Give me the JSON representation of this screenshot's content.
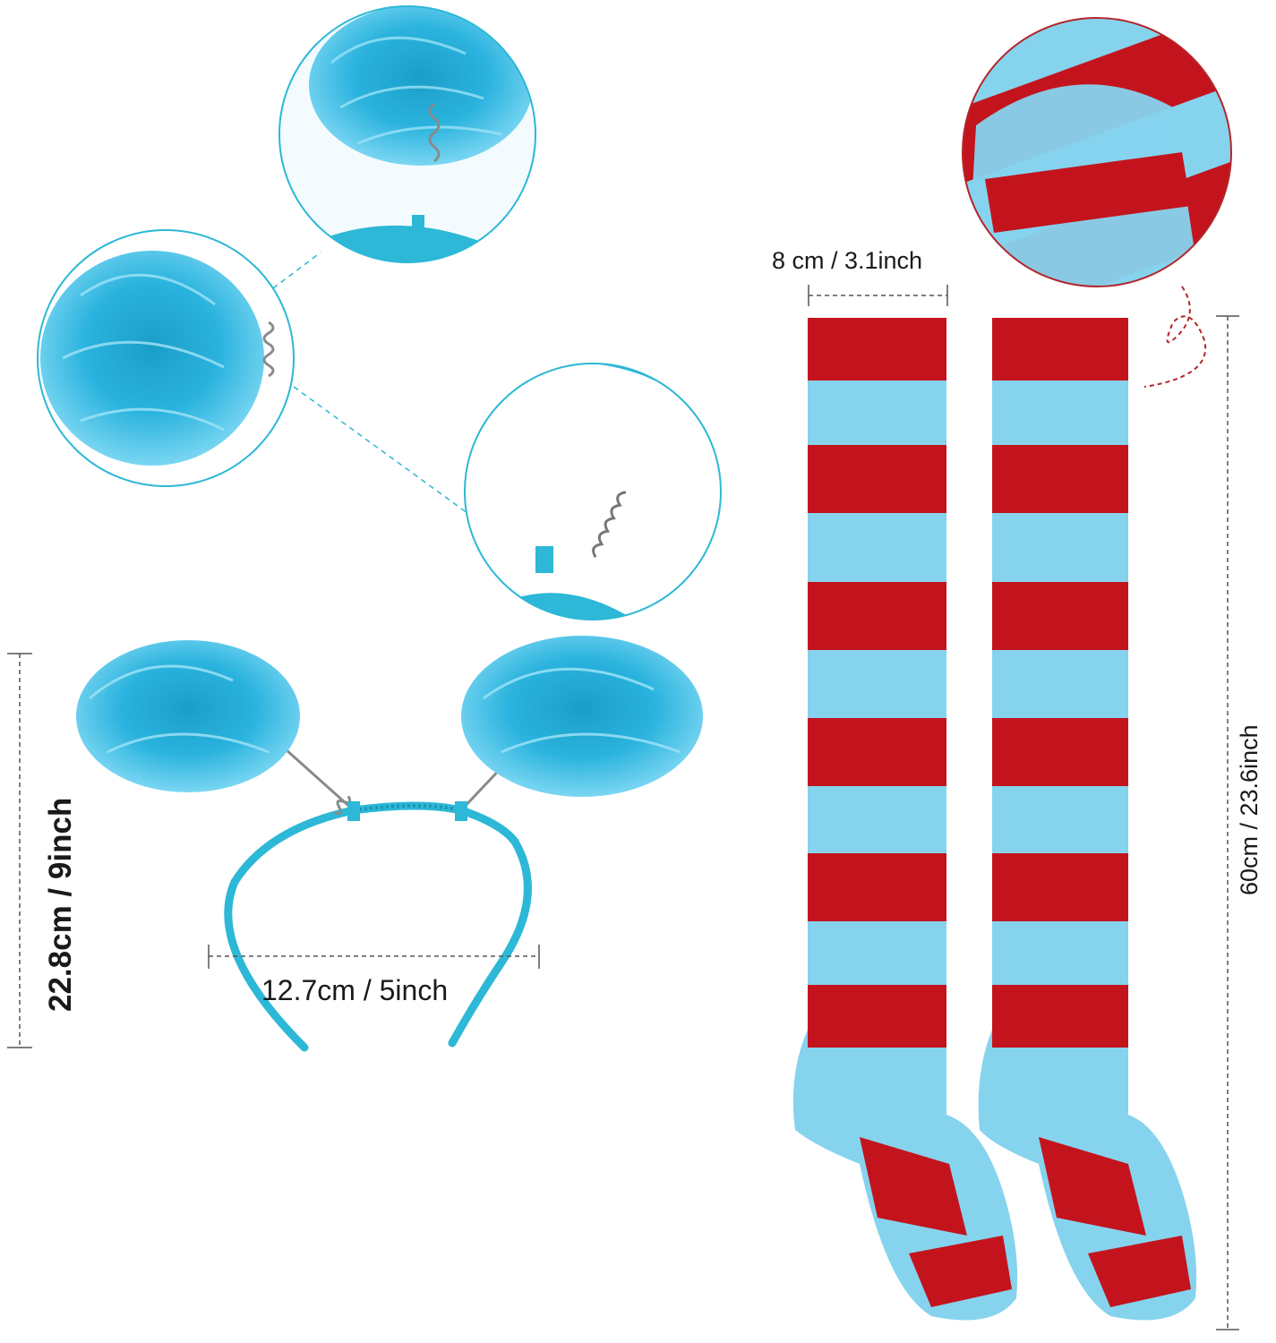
{
  "dimensions": {
    "sock_width": "8 cm /  3.1inch",
    "sock_height": "60cm /  23.6inch",
    "headband_width": "12.7cm / 5inch",
    "headband_height": "22.8cm / 9inch"
  },
  "colors": {
    "hair_blue": "#2ab3de",
    "hair_light": "#6fd2f0",
    "sock_red": "#c3141d",
    "sock_blue": "#86d3ee",
    "accent_cyan": "#2cb8d6",
    "accent_red": "#b3262a"
  },
  "icons": [
    "headband-product",
    "striped-sock-pair",
    "hair-bun-detail",
    "spring-detail",
    "sock-cuff-detail"
  ]
}
